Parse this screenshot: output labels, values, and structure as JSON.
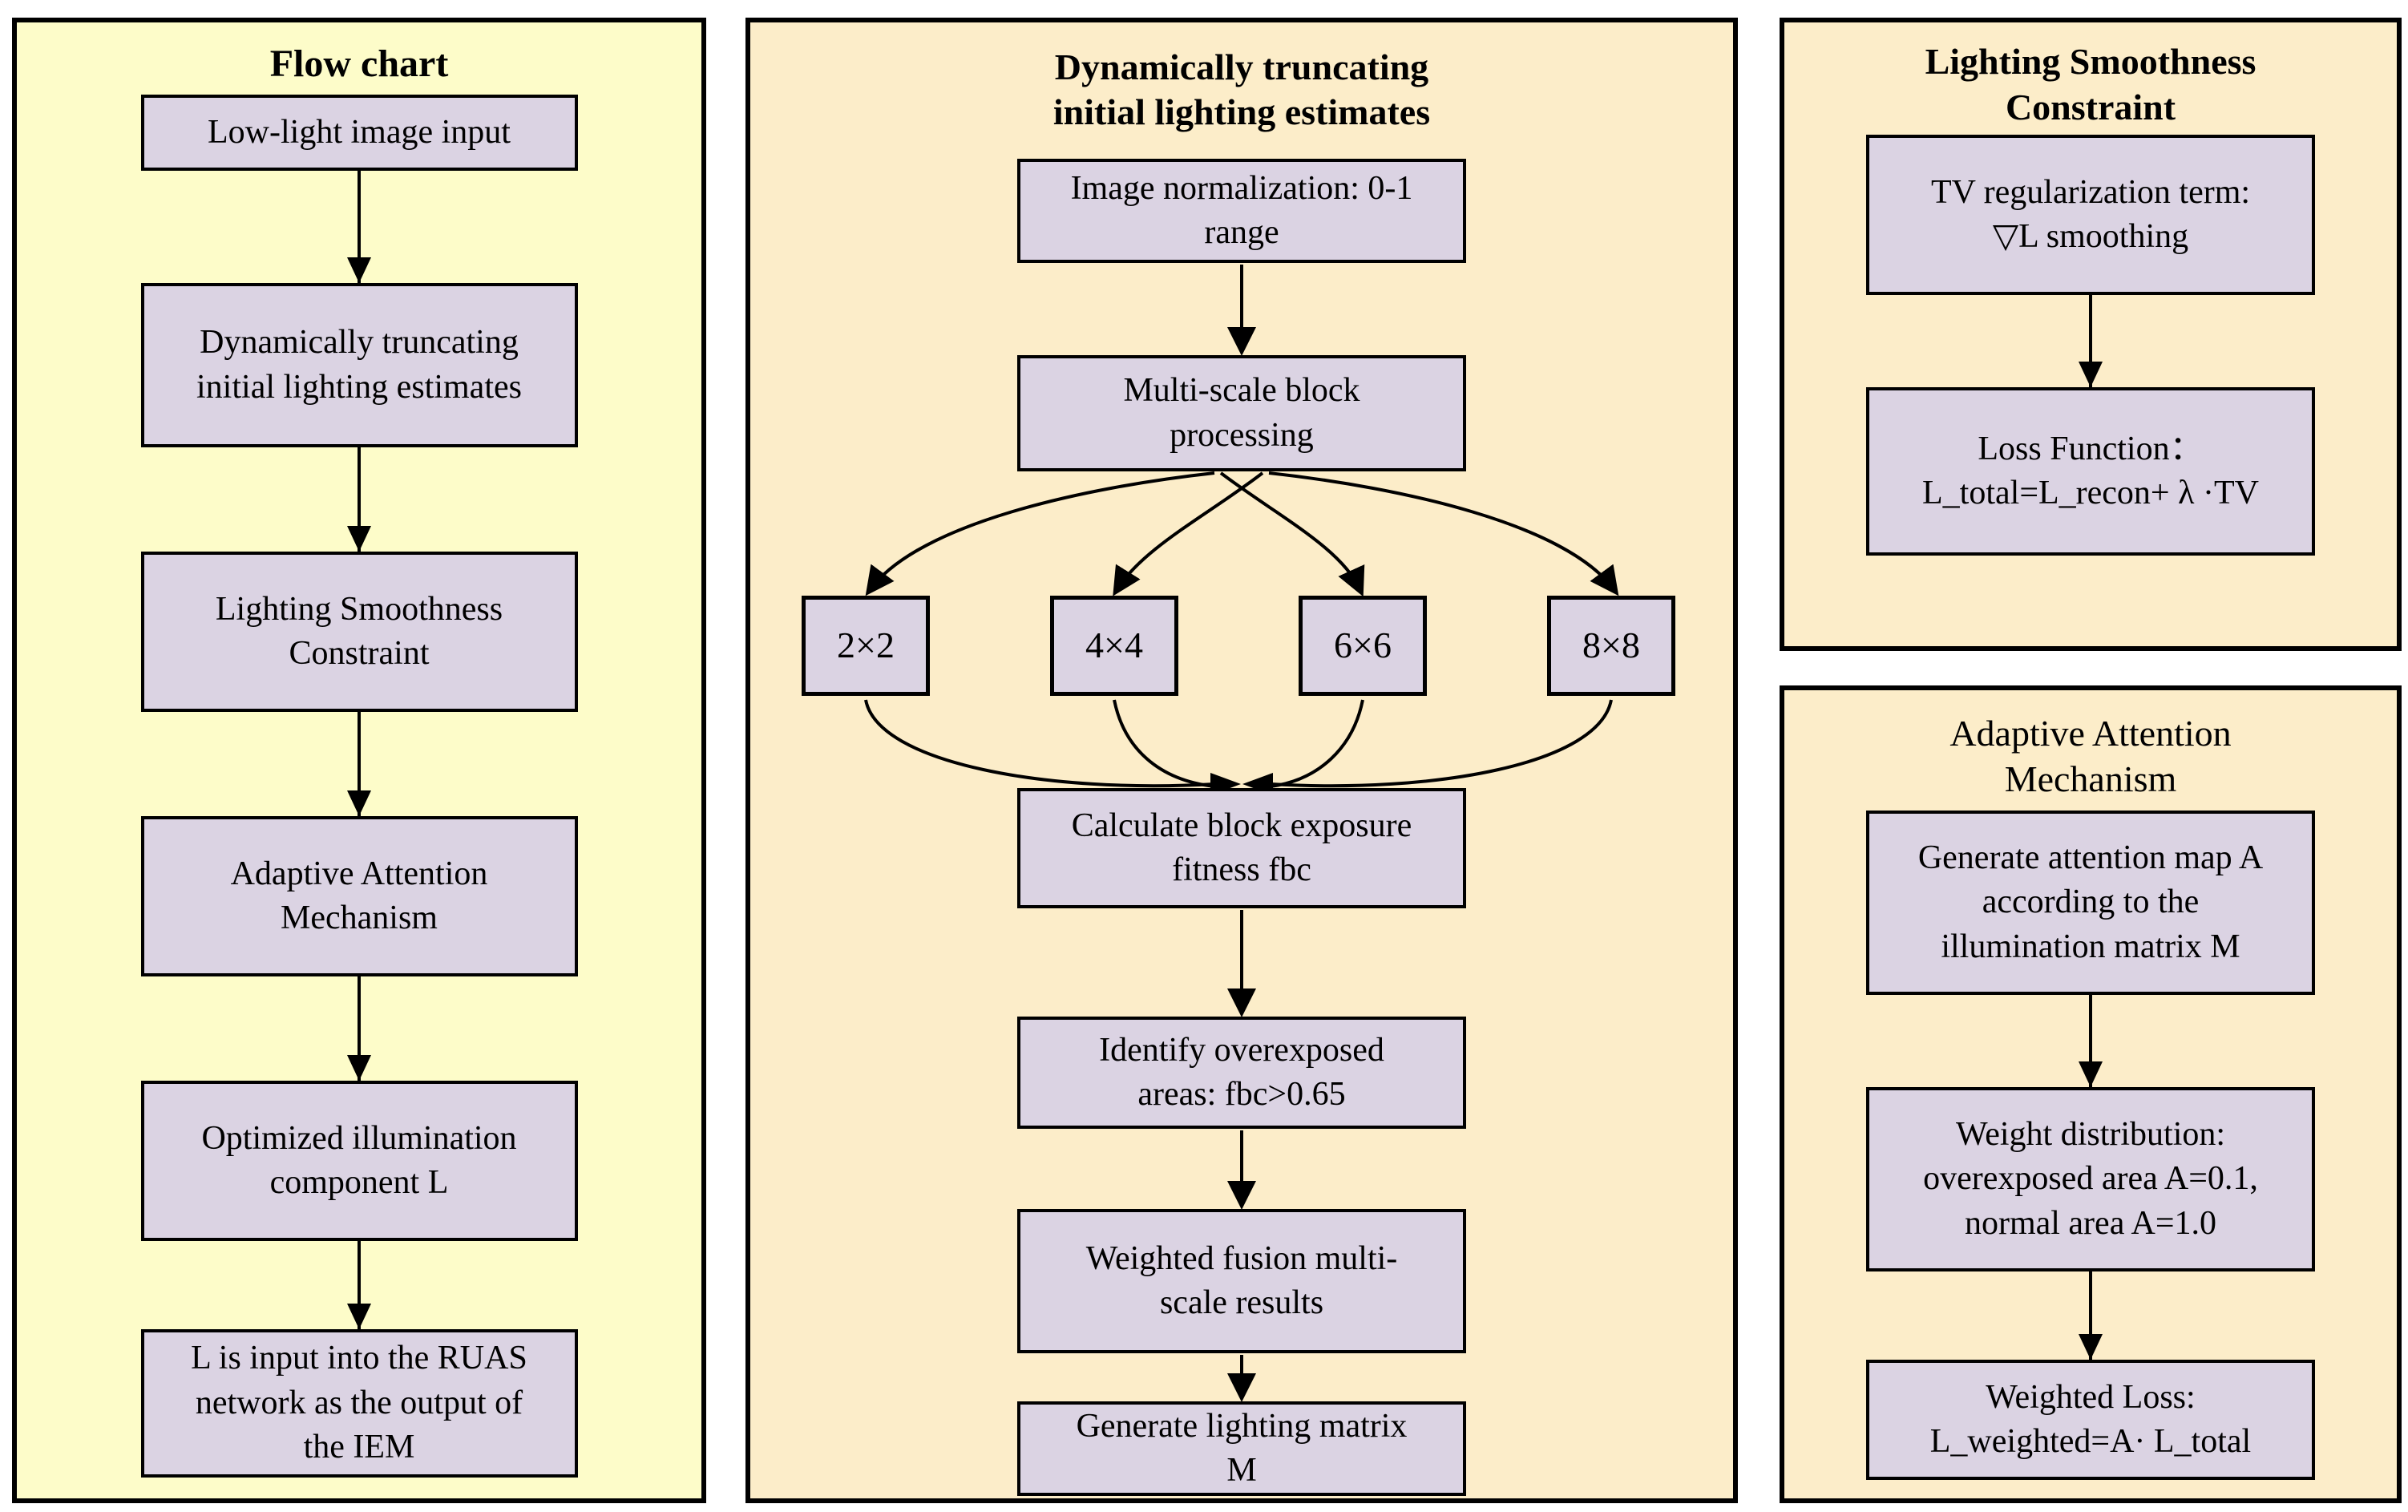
{
  "colors": {
    "flow_panel_bg": "#FDFCC9",
    "panel_bg": "#FCEDC9",
    "box_bg": "#DBD3E3",
    "line": "#000000"
  },
  "panels": {
    "flow": {
      "title": "Flow chart",
      "boxes": [
        {
          "lines": [
            "Low-light image input"
          ]
        },
        {
          "lines": [
            "Dynamically truncating",
            "initial lighting estimates"
          ]
        },
        {
          "lines": [
            "Lighting Smoothness",
            "Constraint"
          ]
        },
        {
          "lines": [
            "Adaptive Attention",
            "Mechanism"
          ]
        },
        {
          "lines": [
            "Optimized illumination",
            "component L"
          ]
        },
        {
          "lines": [
            "L is input into the RUAS",
            "network as the output of",
            "the IEM"
          ]
        }
      ]
    },
    "dynamic": {
      "title_lines": [
        "Dynamically truncating",
        "initial lighting estimates"
      ],
      "normalization_box": {
        "lines": [
          "Image normalization: 0-1",
          "range"
        ]
      },
      "multiscale_box": {
        "lines": [
          "Multi-scale block",
          "processing"
        ]
      },
      "scale_boxes": [
        "2×2",
        "4×4",
        "6×6",
        "8×8"
      ],
      "exposure_box": {
        "lines": [
          "Calculate block exposure",
          "fitness fbc"
        ]
      },
      "overexposed_box": {
        "lines": [
          "Identify overexposed",
          "areas: fbc>0.65"
        ]
      },
      "fusion_box": {
        "lines": [
          "Weighted fusion multi-",
          "scale results"
        ]
      },
      "matrix_box": {
        "lines": [
          "Generate lighting matrix",
          "M"
        ]
      }
    },
    "smooth": {
      "title_lines": [
        "Lighting Smoothness",
        "Constraint"
      ],
      "tv_box": {
        "lines": [
          "TV regularization term:",
          "▽L smoothing"
        ]
      },
      "loss_box": {
        "lines": [
          "Loss Function：",
          "L_total=L_recon+ λ ·TV"
        ]
      }
    },
    "attention": {
      "title_lines": [
        "Adaptive Attention",
        "Mechanism"
      ],
      "map_box": {
        "lines": [
          "Generate attention map A",
          "according to the",
          "illumination matrix M"
        ]
      },
      "weight_box": {
        "lines": [
          "Weight distribution:",
          "overexposed area A=0.1,",
          "normal area A=1.0"
        ]
      },
      "weighted_loss_box": {
        "lines": [
          "Weighted Loss:",
          "L_weighted=A· L_total"
        ]
      }
    }
  }
}
